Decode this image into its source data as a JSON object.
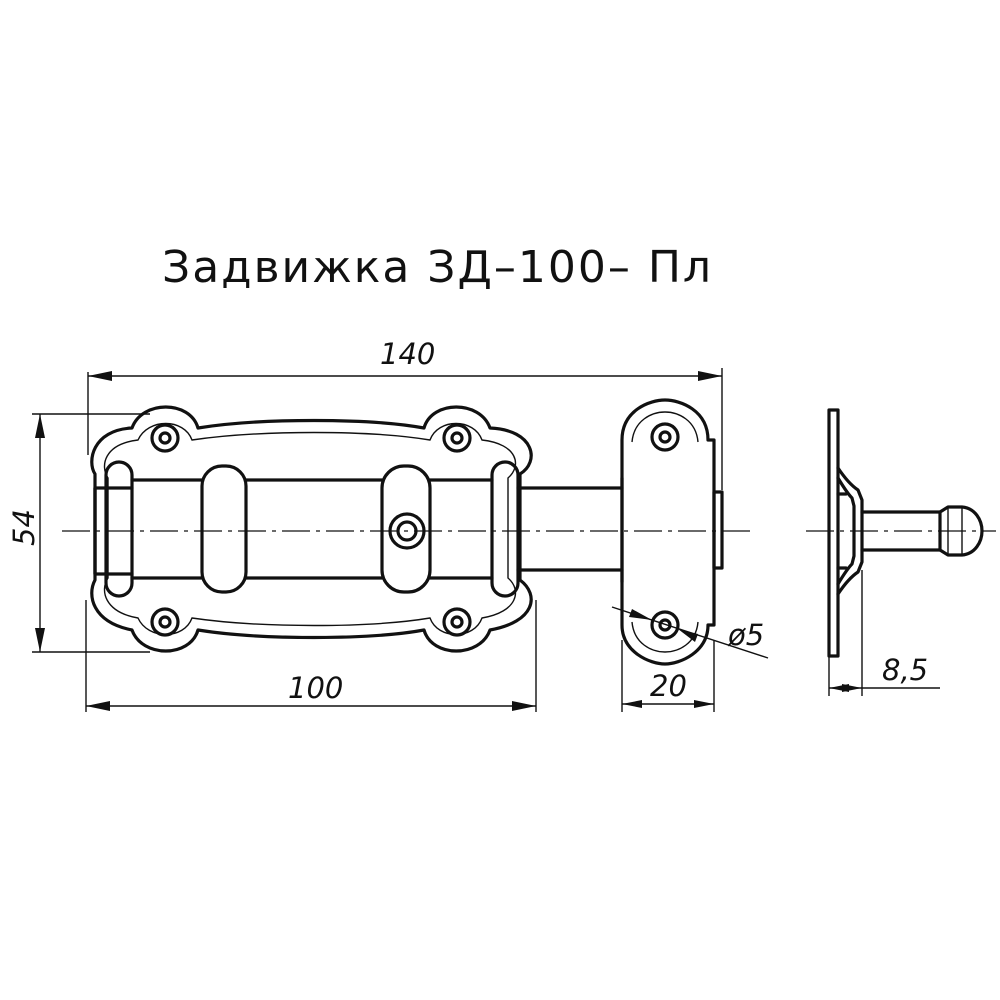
{
  "title": "Задвижка  ЗД–100– Пл",
  "dimensions": {
    "overall_length": "140",
    "height": "54",
    "plate_length": "100",
    "bracket_width": "20",
    "hole_diameter": "ø5",
    "side_depth": "8,5"
  },
  "colors": {
    "line": "#111111",
    "background": "#ffffff"
  }
}
